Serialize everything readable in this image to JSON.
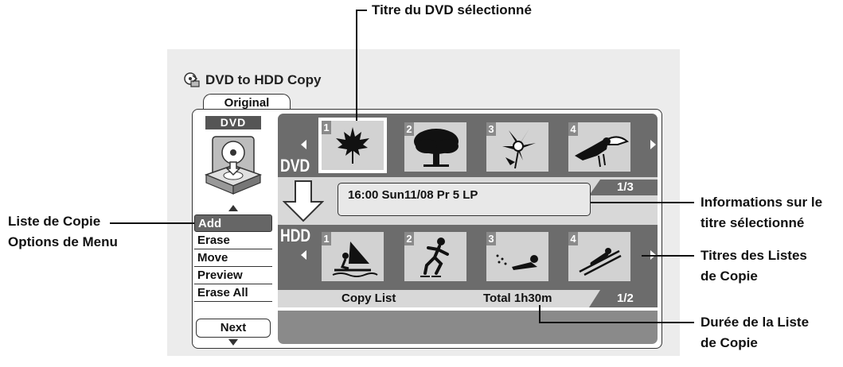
{
  "app": {
    "title": "DVD to HDD Copy",
    "tab_label": "Original",
    "dvd_badge": "DVD"
  },
  "menu": {
    "items": [
      "Add",
      "Erase",
      "Move",
      "Preview",
      "Erase All"
    ],
    "active": "Add",
    "next_label": "Next"
  },
  "dvd_section": {
    "label": "DVD",
    "page": "1/3",
    "titles": [
      {
        "num": "1",
        "icon": "maple-leaf-icon"
      },
      {
        "num": "2",
        "icon": "tree-icon"
      },
      {
        "num": "3",
        "icon": "lily-flower-icon"
      },
      {
        "num": "4",
        "icon": "toucan-bird-icon"
      }
    ]
  },
  "info": {
    "text": "16:00 Sun11/08 Pr 5   LP"
  },
  "hdd_section": {
    "label": "HDD",
    "page": "1/2",
    "titles": [
      {
        "num": "1",
        "icon": "windsurfer-icon"
      },
      {
        "num": "2",
        "icon": "inline-skater-icon"
      },
      {
        "num": "3",
        "icon": "swimmer-icon"
      },
      {
        "num": "4",
        "icon": "ski-jumper-icon"
      }
    ]
  },
  "copy_list": {
    "label": "Copy List",
    "total": "Total  1h30m"
  },
  "annotations": {
    "top": "Titre du DVD sélectionné",
    "left_line1": "Liste de Copie",
    "left_line2": "Options de Menu",
    "right1_line1": "Informations sur le",
    "right1_line2": "titre sélectionné",
    "right2_line1": "Titres des Listes",
    "right2_line2": "de Copie",
    "right3_line1": "Durée de la Liste",
    "right3_line2": "de Copie"
  },
  "colors": {
    "band_dark": "#6c6c6c",
    "band_light": "#d8d8d8",
    "thumb_bg": "#d2d2d2",
    "active_menu": "#666666"
  }
}
